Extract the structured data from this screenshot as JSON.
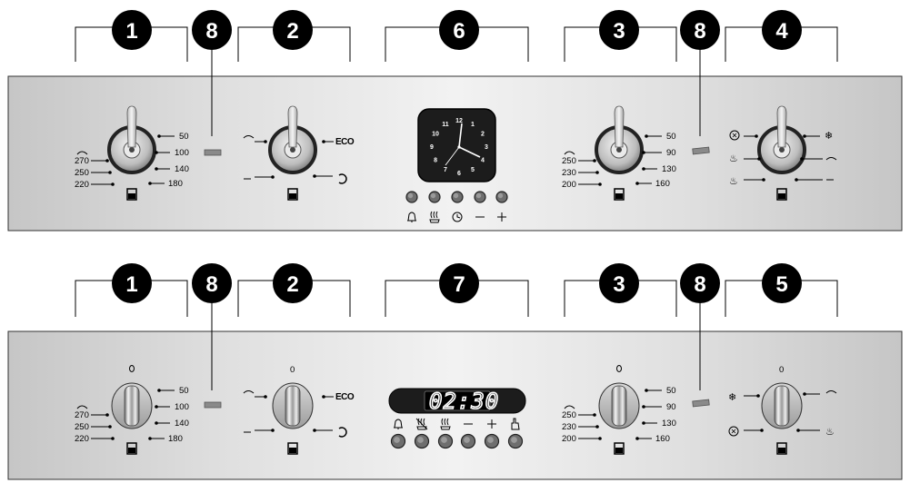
{
  "colors": {
    "panel_light": "#f1f1f1",
    "panel_mid": "#d2d2d2",
    "panel_dark": "#bdbdbd",
    "callout_fill": "#000000",
    "indicator": "#8a8a8a",
    "display_bg": "#1a1a1a",
    "knob_ring": "#333333"
  },
  "callouts": {
    "top": [
      "1",
      "8",
      "2",
      "6",
      "3",
      "8",
      "4"
    ],
    "bottom": [
      "1",
      "8",
      "2",
      "7",
      "3",
      "8",
      "5"
    ]
  },
  "left_oven_dial": {
    "right_temps": [
      "50",
      "100",
      "140",
      "180"
    ],
    "left_temps": [
      "270",
      "250",
      "220"
    ]
  },
  "right_oven_dial": {
    "right_temps": [
      "50",
      "90",
      "130",
      "160"
    ],
    "left_temps": [
      "250",
      "230",
      "200"
    ]
  },
  "mode_dial": {
    "eco_label": "ECO",
    "off_label": "0"
  },
  "function_dial": {
    "off_label": "0"
  },
  "analog_clock": {
    "numerals": [
      "12",
      "1",
      "2",
      "3",
      "4",
      "5",
      "6",
      "7",
      "8",
      "9",
      "10",
      "11"
    ],
    "button_icons": [
      "bell-icon",
      "cooking-icon",
      "clock-icon",
      "minus-icon",
      "plus-icon"
    ]
  },
  "digital_timer": {
    "display_value": "02:30",
    "button_icons": [
      "bell-icon",
      "cooking-off-icon",
      "cooking-icon",
      "minus-icon",
      "plus-icon",
      "hand-icon"
    ]
  }
}
